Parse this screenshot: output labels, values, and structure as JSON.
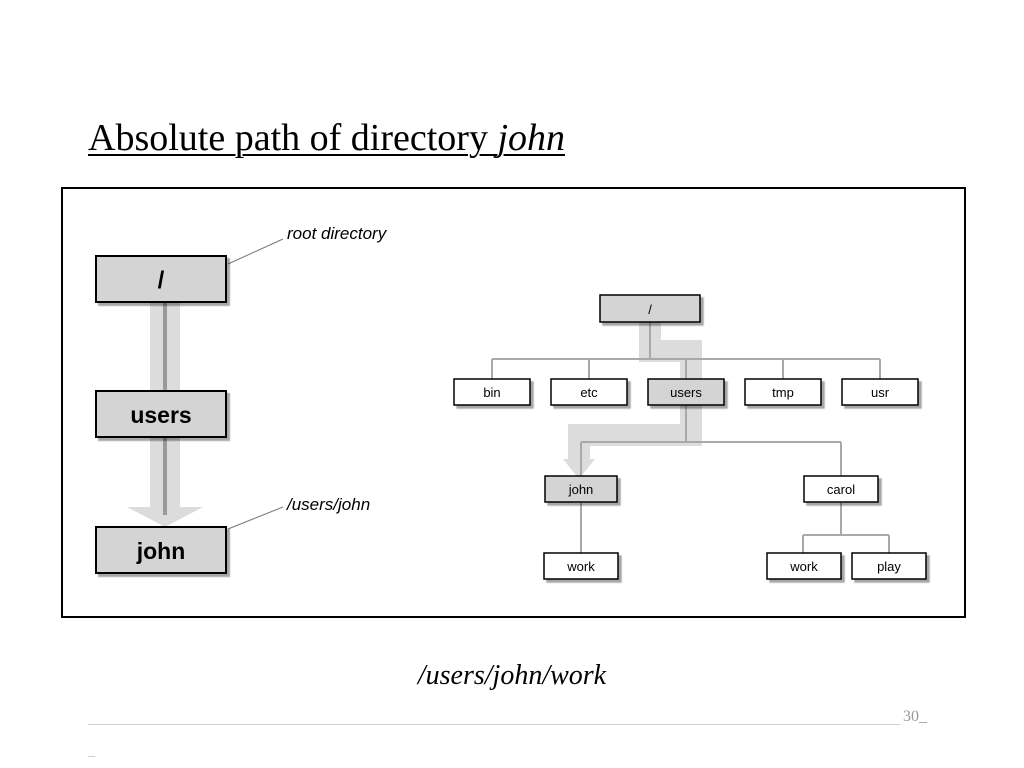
{
  "slide": {
    "title_prefix": "Absolute path of directory ",
    "title_em": "john",
    "caption": "/users/john/work",
    "page_number": "30",
    "footer_mark": "_"
  },
  "left_diagram": {
    "root_label": "/",
    "users_label": "users",
    "john_label": "john",
    "root_annotation": "root directory",
    "john_annotation": "/users/john"
  },
  "tree": {
    "root": "/",
    "level1": [
      "bin",
      "etc",
      "users",
      "tmp",
      "usr"
    ],
    "level2": [
      "john",
      "carol"
    ],
    "john_children": [
      "work"
    ],
    "carol_children": [
      "work",
      "play"
    ],
    "highlighted_path": [
      "/",
      "users",
      "john"
    ]
  },
  "colors": {
    "highlight_box": "#d4d4d4",
    "path_arrow": "#dadada",
    "connector": "#a9a9a9"
  }
}
